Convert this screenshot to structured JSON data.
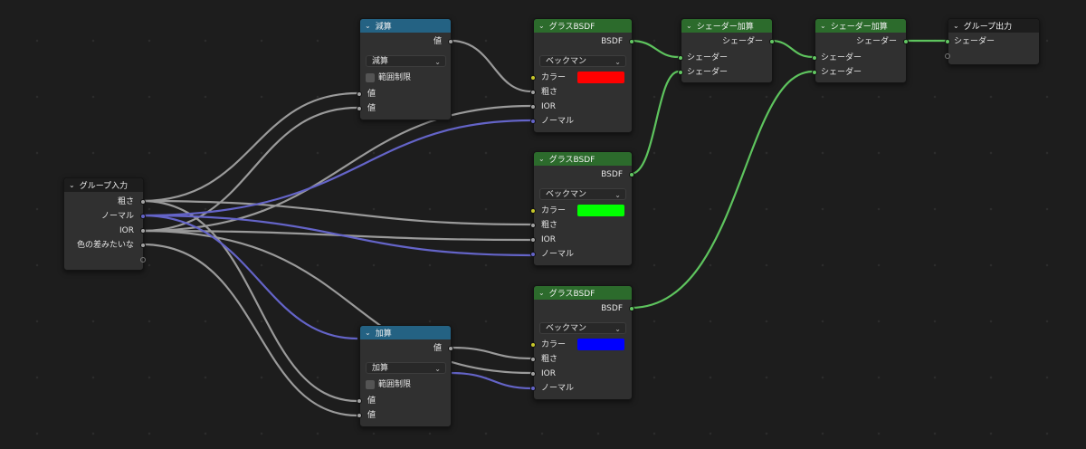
{
  "canvas": {
    "background": "#1d1d1d"
  },
  "colors": {
    "float_socket": "#a1a1a1",
    "color_socket": "#c7c729",
    "vector_socket": "#6363c7",
    "shader_socket": "#63c763",
    "math_header": "#246283",
    "shader_header": "#2c6b2c"
  },
  "icons": {
    "collapse": "chevron-down-icon",
    "dropdown": "chevron-down-icon"
  },
  "group_input": {
    "title": "グループ入力",
    "outputs": [
      "粗さ",
      "ノーマル",
      "IOR",
      "色の差みたいな"
    ]
  },
  "subtract_node": {
    "title": "減算",
    "output": "値",
    "operation": "減算",
    "clamp_label": "範囲制限",
    "inputs": [
      "値",
      "値"
    ]
  },
  "add_node": {
    "title": "加算",
    "output": "値",
    "operation": "加算",
    "clamp_label": "範囲制限",
    "inputs": [
      "値",
      "値"
    ]
  },
  "glass_nodes": [
    {
      "title": "グラスBSDF",
      "output": "BSDF",
      "distribution": "ベックマン",
      "color_label": "カラー",
      "color": "#ff0000",
      "inputs": [
        "粗さ",
        "IOR",
        "ノーマル"
      ]
    },
    {
      "title": "グラスBSDF",
      "output": "BSDF",
      "distribution": "ベックマン",
      "color_label": "カラー",
      "color": "#00ff00",
      "inputs": [
        "粗さ",
        "IOR",
        "ノーマル"
      ]
    },
    {
      "title": "グラスBSDF",
      "output": "BSDF",
      "distribution": "ベックマン",
      "color_label": "カラー",
      "color": "#0000ff",
      "inputs": [
        "粗さ",
        "IOR",
        "ノーマル"
      ]
    }
  ],
  "add_shader_nodes": [
    {
      "title": "シェーダー加算",
      "output": "シェーダー",
      "inputs": [
        "シェーダー",
        "シェーダー"
      ]
    },
    {
      "title": "シェーダー加算",
      "output": "シェーダー",
      "inputs": [
        "シェーダー",
        "シェーダー"
      ]
    }
  ],
  "group_output": {
    "title": "グループ出力",
    "input": "シェーダー"
  }
}
